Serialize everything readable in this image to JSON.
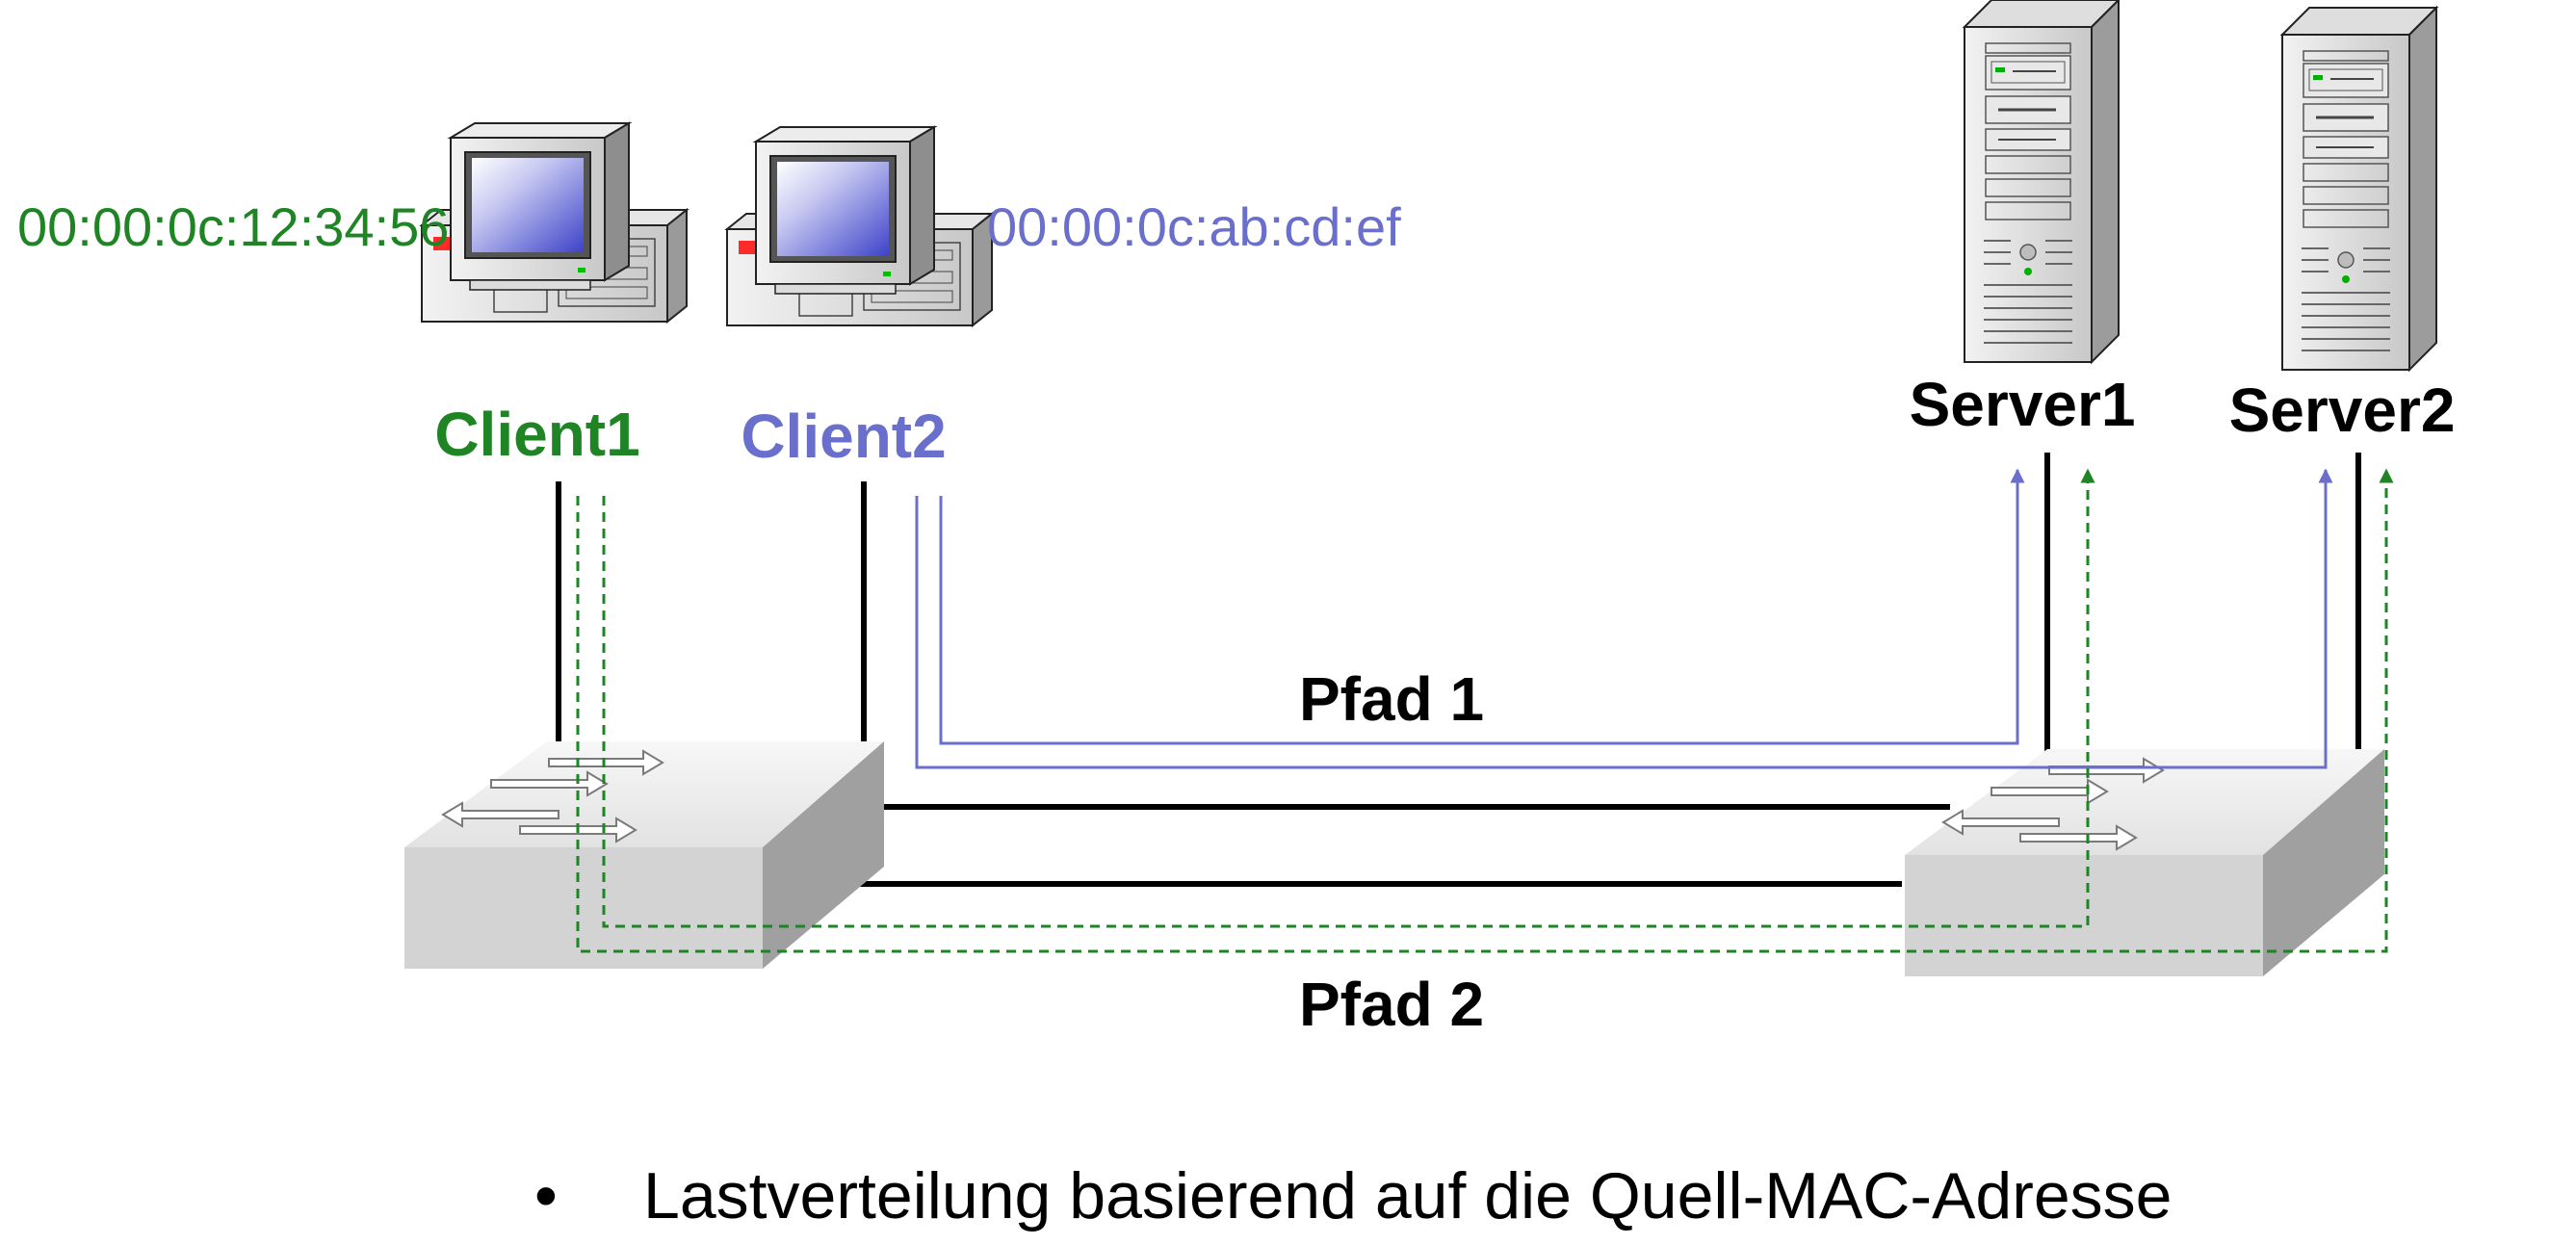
{
  "colors": {
    "client1": "#1e8424",
    "client2": "#6b6fcc",
    "cable": "#000000",
    "path2": "#1e8424",
    "path1": "#6b6fcc",
    "text": "#000000"
  },
  "devices": {
    "client1": {
      "label": "Client1",
      "mac": "00:00:0c:12:34:56"
    },
    "client2": {
      "label": "Client2",
      "mac": "00:00:0c:ab:cd:ef"
    },
    "server1": {
      "label": "Server1"
    },
    "server2": {
      "label": "Server2"
    }
  },
  "paths": {
    "path1_label": "Pfad 1",
    "path2_label": "Pfad 2"
  },
  "caption": {
    "bullet": "•",
    "text": "Lastverteilung basierend auf die Quell-MAC-Adresse"
  },
  "icons": [
    "desktop-computer-icon",
    "tower-server-icon",
    "network-switch-icon"
  ]
}
